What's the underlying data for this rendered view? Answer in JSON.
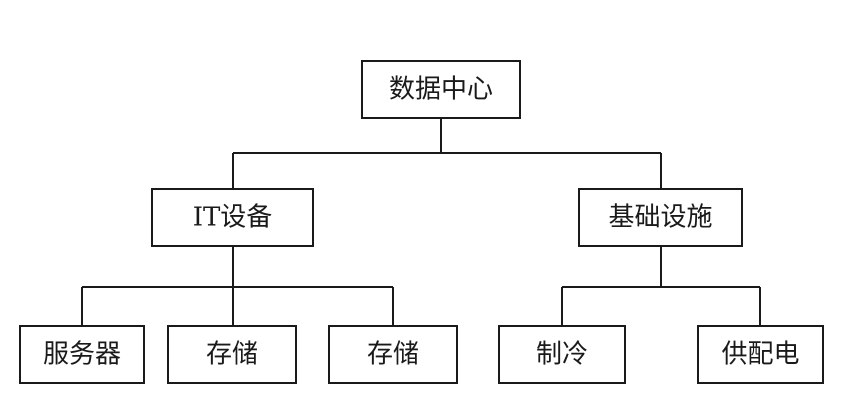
{
  "root": {
    "label": "数据中心"
  },
  "branches": [
    {
      "label": "IT设备",
      "children": [
        {
          "label": "服务器"
        },
        {
          "label": "存储"
        },
        {
          "label": "存储"
        }
      ]
    },
    {
      "label": "基础设施",
      "children": [
        {
          "label": "制冷"
        },
        {
          "label": "供配电"
        }
      ]
    }
  ]
}
